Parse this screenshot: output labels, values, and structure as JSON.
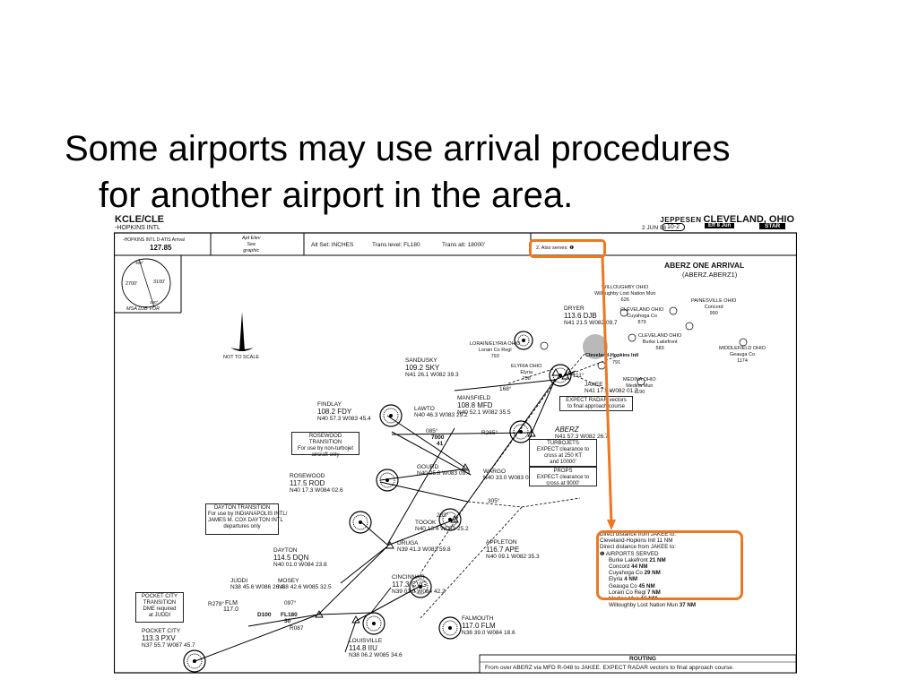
{
  "slide": {
    "title_line1": "Some airports may use arrival procedures",
    "title_line2": "for  another airport in the area."
  },
  "chart": {
    "header": {
      "code": "KCLE/CLE",
      "name": "-HOPKINS INTL",
      "brand": "JEPPESEN",
      "city": "CLEVELAND, OHIO",
      "date": "2 JUN 06",
      "index": "10-2",
      "eff": "Eff 8 Jun",
      "star": "STAR"
    },
    "comm": {
      "atis_label": "-HOPKINS INTL D-ATIS Arrival",
      "atis_freq": "127.85",
      "apt_elev": "Apt Elev\nSee\ngraphic",
      "alt_set": "Alt Set: INCHES",
      "trans_level": "Trans level: FL180",
      "trans_alt": "Trans alt: 18000'",
      "also_serves": "2. Also serves: ❶"
    },
    "msa": {
      "left": "2700'",
      "right": "3100'",
      "bearing1": "360°",
      "bearing2": "180°",
      "caption": "MSA DJB VOR"
    },
    "not_to_scale": "NOT TO SCALE",
    "procedure_title": "ABERZ ONE ARRIVAL",
    "procedure_code": "(ABERZ.ABERZ1)",
    "navaids": [
      {
        "name": "DRYER",
        "freq": "113.6 DJB",
        "coords": "N41 21.5 W082 09.7"
      },
      {
        "name": "SANDUSKY",
        "freq": "109.2 SKY",
        "coords": "N41 26.1 W082 39.3"
      },
      {
        "name": "FINDLAY",
        "freq": "108.2 FDY",
        "coords": "N40 57.3 W083 45.4"
      },
      {
        "name": "MANSFIELD",
        "freq": "108.8 MFD",
        "coords": "N40 52.1 W082 35.5"
      },
      {
        "name": "ROSEWOOD",
        "freq": "117.5 ROD",
        "coords": "N40 17.3 W084 02.6"
      },
      {
        "name": "DAYTON",
        "freq": "114.5 DQN",
        "coords": "N40 01.0 W084 23.8"
      },
      {
        "name": "APPLETON",
        "freq": "116.7 APE",
        "coords": "N40 09.1 W082 35.3"
      },
      {
        "name": "CINCINNATI",
        "freq": "117.3 CVG",
        "coords": "N39 01.0 W084 42.2"
      },
      {
        "name": "FALMOUTH",
        "freq": "117.0 FLM",
        "coords": "N38 39.0 W084 18.6"
      },
      {
        "name": "POCKET CITY",
        "freq": "113.3 PXV",
        "coords": "N37 55.7 W087 45.7"
      },
      {
        "name": "LOUISVILLE",
        "freq": "114.8 IIU",
        "coords": "N38 06.2 W085 34.6"
      }
    ],
    "fixes": [
      {
        "name": "LAWTO",
        "coords": "N40 46.3 W083 29.2"
      },
      {
        "name": "GOURD",
        "coords": "N40 25.8 W083 09.4"
      },
      {
        "name": "WARGO",
        "coords": "N40 33.0 W083 00.2"
      },
      {
        "name": "TOOOK",
        "coords": "N40 13.4 W083 25.2"
      },
      {
        "name": "DRUGA",
        "coords": "N39 41.3 W083 59.8"
      },
      {
        "name": "JUDDI",
        "coords": "N38 45.6 W086 26.4"
      },
      {
        "name": "MOSEY",
        "coords": "N38 42.6 W085 32.5"
      },
      {
        "name": "ABERZ",
        "coords": "N41 57.3 W082 26.7"
      },
      {
        "name": "JAKEE",
        "coords": "N41 17.5 W082 01.7"
      }
    ],
    "airports": [
      {
        "name": "WILLOUGHBY OHIO",
        "sub": "Willoughby Lost Nation Mun",
        "elev": "626"
      },
      {
        "name": "PAINESVILLE OHIO",
        "sub": "Concord",
        "elev": "990"
      },
      {
        "name": "CLEVELAND OHIO",
        "sub": "Cuyahoga Co",
        "elev": "879"
      },
      {
        "name": "CLEVELAND OHIO",
        "sub": "Burke Lakefront",
        "elev": "583"
      },
      {
        "name": "MIDDLEFIELD OHIO",
        "sub": "Geauga Co",
        "elev": "1174"
      },
      {
        "name": "LORAIN/ELYRIA OHIO",
        "sub": "Lorain Co Regl",
        "elev": "793"
      },
      {
        "name": "ELYRIA OHIO",
        "sub": "Elyria",
        "elev": "758"
      },
      {
        "name": "MEDINA OHIO",
        "sub": "Medina Mun",
        "elev": "1190"
      }
    ],
    "main_airport": {
      "name": "Cleveland-Hopkins Intl",
      "elev": "791"
    },
    "notes": {
      "expect_radar": "EXPECT RADAR vectors\nto final approach course",
      "rosewood_title": "ROSEWOOD TRANSITION",
      "rosewood_body": "For use by non-turbojet\naircraft only",
      "dayton_title": "DAYTON TRANSITION",
      "dayton_body": "For use by INDIANAPOLIS INTL/\nJAMES M. COX DAYTON INTL\ndepartures only",
      "pocket_title": "POCKET CITY\nTRANSITION",
      "pocket_body": "DME required\nat JUDDI",
      "turbojets": "TURBOJETS\nEXPECT clearance to\ncross at 250 KT\nand 10000'",
      "props": "PROPS\nEXPECT clearance to\ncross at 9000'"
    },
    "direct_distance": {
      "line1": "Direct distance from JAKEE to:",
      "line2": "Cleveland-Hopkins Intl 11 NM",
      "line3": "Direct distance from JAKEE to:",
      "header": "❶ AIRPORTS SERVED",
      "items": [
        {
          "name": "Burke Lakefront",
          "dist": "21 NM"
        },
        {
          "name": "Concord",
          "dist": "44 NM"
        },
        {
          "name": "Cuyahoga Co",
          "dist": "29 NM"
        },
        {
          "name": "Elyria",
          "dist": "4 NM"
        },
        {
          "name": "Geauga Co",
          "dist": "45 NM"
        },
        {
          "name": "Lorain Co Regl",
          "dist": "7 NM"
        },
        {
          "name": "Medina Mun",
          "dist": "15 NM"
        },
        {
          "name": "Willoughby Lost Nation Mun",
          "dist": "37 NM"
        }
      ]
    },
    "routing": {
      "title": "ROUTING",
      "text": "From over ABERZ via MFD R-048 to JAKEE. EXPECT RADAR vectors to final approach course."
    },
    "route_labels": [
      "085°",
      "R265°",
      "7000",
      "41",
      "R278°",
      "097°",
      "D100",
      "FL180",
      "30",
      "111°",
      "168°",
      "283°",
      "305°",
      "FLM",
      "117.0",
      "R087"
    ],
    "highlight_color": "#ee7722"
  }
}
